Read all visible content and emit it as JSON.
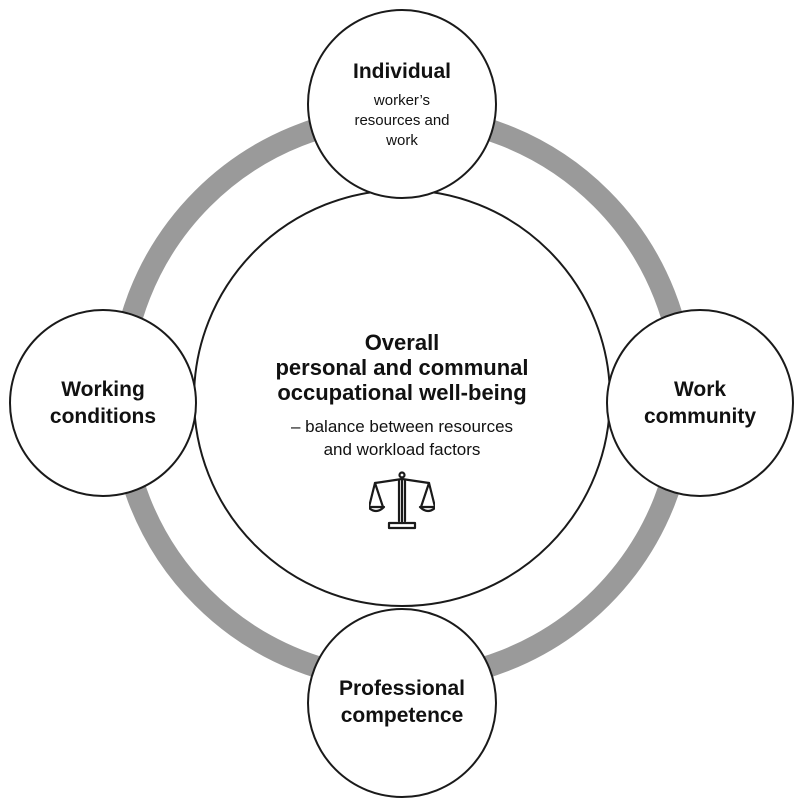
{
  "center": {
    "title_lines": [
      "Overall",
      "personal and communal",
      "occupational well-being"
    ],
    "subtitle_lines": [
      "– balance between resources",
      "and workload factors"
    ],
    "icon": "scales-icon"
  },
  "nodes": {
    "top": {
      "title": "Individual",
      "subtitle_lines": [
        "worker’s",
        "resources and",
        "work"
      ]
    },
    "left": {
      "title_lines": [
        "Working",
        "conditions"
      ]
    },
    "right": {
      "title_lines": [
        "Work",
        "community"
      ]
    },
    "bottom": {
      "title_lines": [
        "Professional",
        "competence"
      ]
    }
  },
  "colors": {
    "ring": "#9a9a9a",
    "stroke": "#1a1a1a",
    "fill": "#ffffff",
    "text": "#111111"
  }
}
